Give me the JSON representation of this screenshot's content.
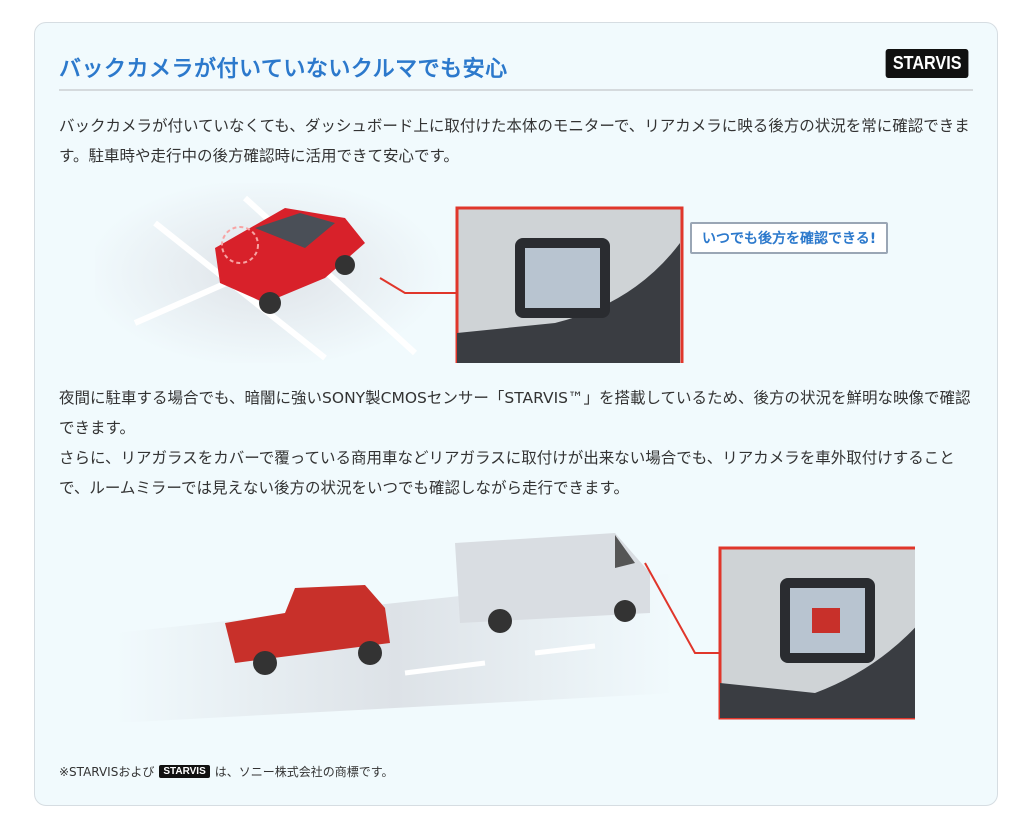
{
  "section": {
    "title": "バックカメラが付いていないクルマでも安心",
    "logo": "STARVIS"
  },
  "paragraph1": "バックカメラが付いていなくても、ダッシュボード上に取付けた本体のモニターで、リアカメラに映る後方の状況を常に確認できます。駐車時や走行中の後方確認時に活用できて安心です。",
  "callout": "いつでも後方を確認できる!",
  "paragraph2a": "夜間に駐車する場合でも、暗闇に強いSONY製CMOSセンサー「STARVIS™」を搭載しているため、後方の状況を鮮明な映像で確認できます。",
  "paragraph2b": "さらに、リアガラスをカバーで覆っている商用車などリアガラスに取付けが出来ない場合でも、リアカメラを車外取付けすることで、ルームミラーでは見えない後方の状況をいつでも確認しながら走行できます。",
  "footnote": {
    "prefix": "※STARVISおよび",
    "logo": "STARVIS",
    "suffix": "は、ソニー株式会社の商標です。"
  },
  "colors": {
    "accent": "#2c79cc",
    "frame": "#e0362b"
  }
}
